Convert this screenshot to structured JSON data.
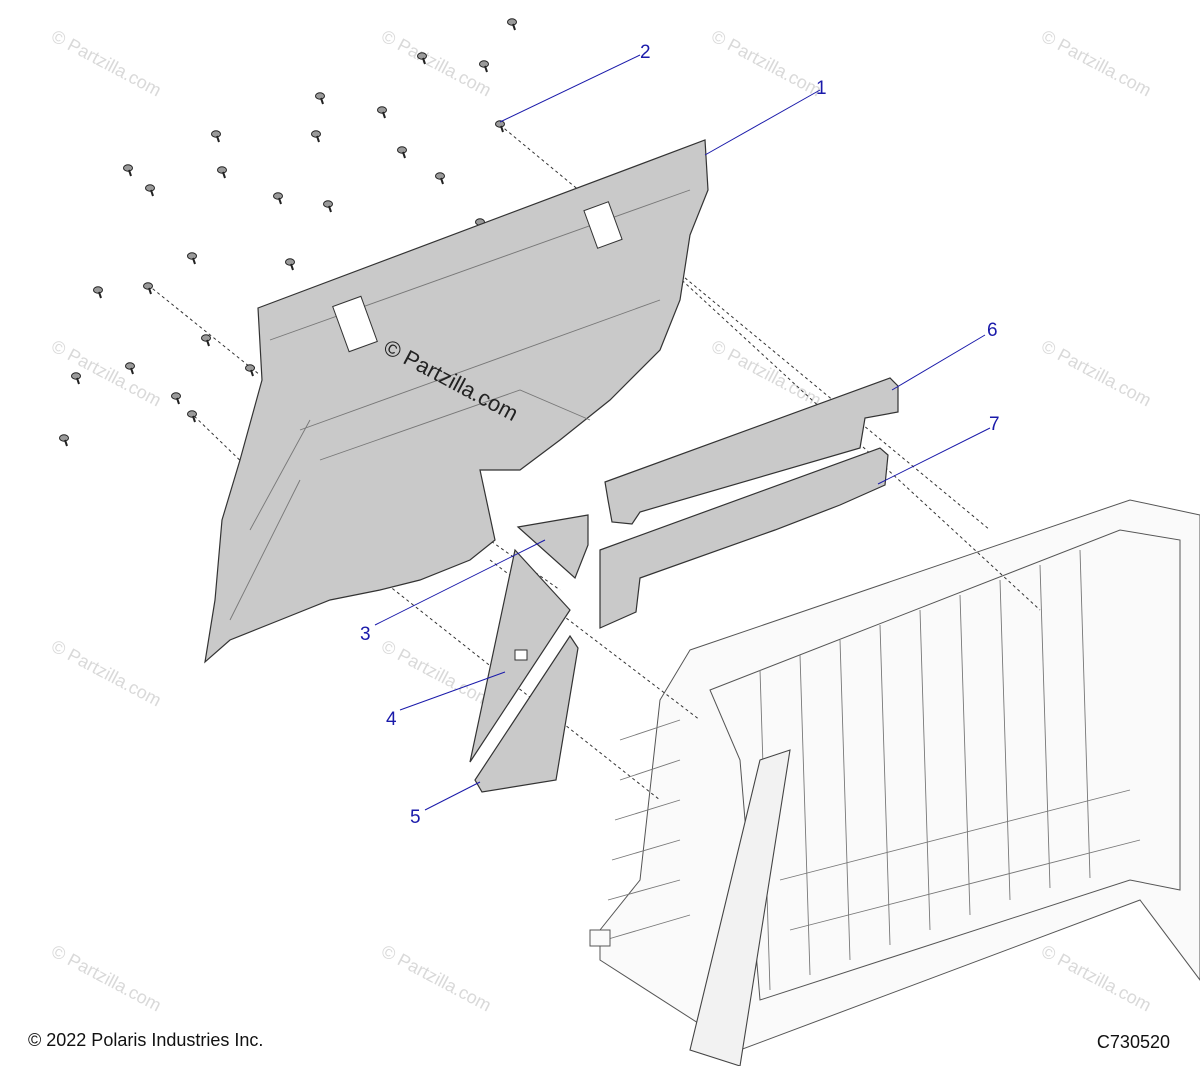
{
  "watermark": {
    "repeat_text": "© Partzilla.com",
    "center_text": "© Partzilla.com"
  },
  "footer": {
    "copyright": "© 2022 Polaris Industries Inc.",
    "drawing_code": "C730520"
  },
  "callouts": [
    "1",
    "2",
    "3",
    "4",
    "5",
    "6",
    "7"
  ],
  "colors": {
    "callout": "#1a1aaa",
    "panel": "#c9c9c9",
    "outline": "#333333",
    "watermark": "#d9d9d9"
  }
}
